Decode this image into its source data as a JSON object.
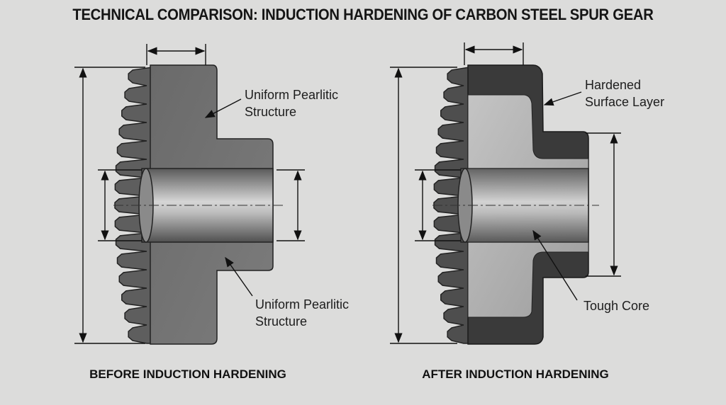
{
  "title": "TECHNICAL COMPARISON: INDUCTION HARDENING OF CARBON STEEL SPUR GEAR",
  "before": {
    "caption": "BEFORE INDUCTION HARDENING",
    "label_top": [
      "Uniform Pearlitic",
      "Structure"
    ],
    "label_bottom": [
      "Uniform Pearlitic",
      "Structure"
    ]
  },
  "after": {
    "caption": "AFTER INDUCTION HARDENING",
    "label_surface": [
      "Hardened",
      "Surface Layer"
    ],
    "label_core": "Tough Core"
  },
  "colors": {
    "background": "#dcdcdb",
    "steel": "#707070",
    "hardened_layer": "#3a3a3a",
    "core": "#b4b4b4"
  }
}
